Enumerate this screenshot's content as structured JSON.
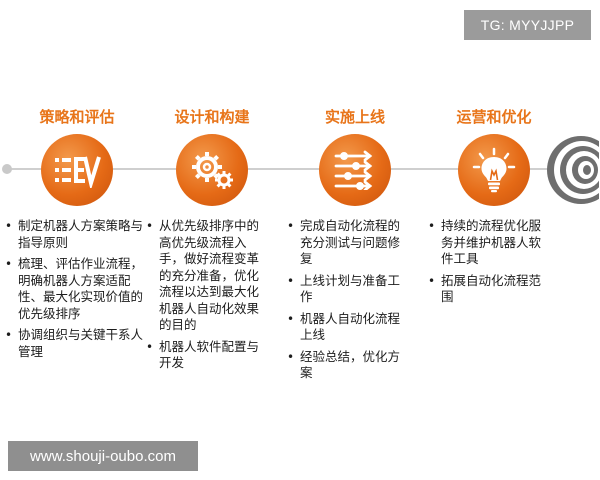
{
  "watermark_top": "TG: MYYJJPP",
  "watermark_bottom": "www.shouji-oubo.com",
  "stages": [
    {
      "title": "策略和评估",
      "icon": "list-e-v-icon",
      "items": [
        "制定机器人方案策略与指导原则",
        "梳理、评估作业流程，明确机器人方案适配性、最大化实现价值的优先级排序",
        "协调组织与关键干系人管理"
      ]
    },
    {
      "title": "设计和构建",
      "icon": "gears-icon",
      "items": [
        "从优先级排序中的高优先级流程入手，做好流程变革的充分准备，优化流程以达到最大化机器人自动化效果的目的",
        "机器人软件配置与开发"
      ]
    },
    {
      "title": "实施上线",
      "icon": "flow-arrows-icon",
      "items": [
        "完成自动化流程的充分测试与问题修复",
        "上线计划与准备工作",
        "机器人自动化流程上线",
        "经验总结，优化方案"
      ]
    },
    {
      "title": "运营和优化",
      "icon": "lightbulb-icon",
      "items": [
        "持续的流程优化服务并维护机器人软件工具",
        "拓展自动化流程范围"
      ]
    }
  ],
  "colors": {
    "accent": "#e8751a",
    "timeline": "#cfcfcf",
    "target": "#6e6e6e"
  }
}
